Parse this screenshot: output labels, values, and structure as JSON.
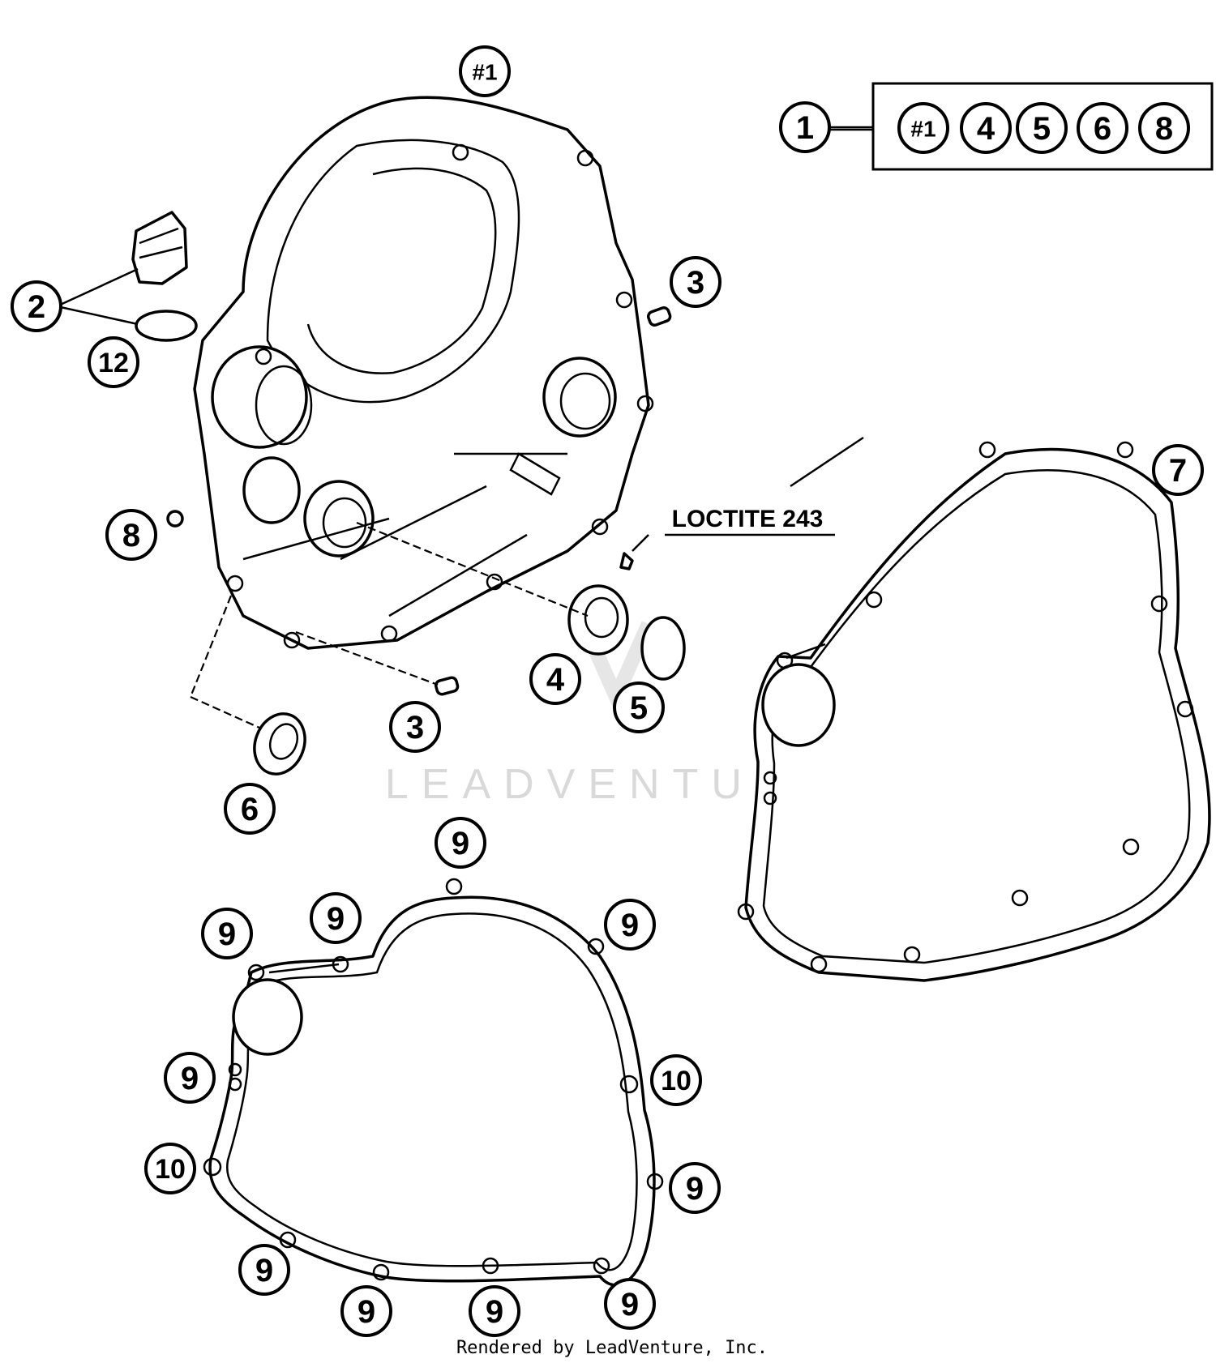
{
  "watermark": "LEADVENTURE",
  "footer": "Rendered by LeadVenture, Inc.",
  "note": "LOCTITE 243",
  "kit": {
    "label": "1",
    "contents": [
      "#1",
      "4",
      "5",
      "6",
      "8"
    ]
  },
  "callouts": {
    "cover": "#1",
    "oil_plug": "2",
    "dowel_upper": "3",
    "dowel_lower": "3",
    "shaft_seal": "4",
    "o_ring_small": "5",
    "oil_seal": "6",
    "gasket": "7",
    "plug_screw": "8",
    "o_ring_plug": "12",
    "bolt_positions": [
      {
        "id": "b1",
        "label": "9"
      },
      {
        "id": "b2",
        "label": "9"
      },
      {
        "id": "b3",
        "label": "9"
      },
      {
        "id": "b4",
        "label": "9"
      },
      {
        "id": "b5",
        "label": "9"
      },
      {
        "id": "b6",
        "label": "10"
      },
      {
        "id": "b7",
        "label": "10"
      },
      {
        "id": "b8",
        "label": "9"
      },
      {
        "id": "b9",
        "label": "9"
      },
      {
        "id": "b10",
        "label": "9"
      },
      {
        "id": "b11",
        "label": "9"
      },
      {
        "id": "b12",
        "label": "9"
      }
    ]
  }
}
